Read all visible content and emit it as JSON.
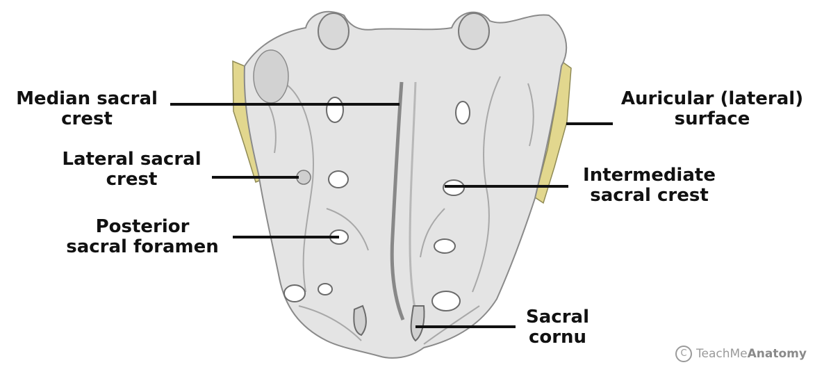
{
  "labels": {
    "median_sacral_crest": [
      "Median sacral",
      "crest"
    ],
    "lateral_sacral_crest": [
      "Lateral sacral",
      "crest"
    ],
    "posterior_sacral_foramen": [
      "Posterior",
      "sacral foramen"
    ],
    "auricular_surface": [
      "Auricular (lateral)",
      "surface"
    ],
    "intermediate_sacral_crest": [
      "Intermediate",
      "sacral crest"
    ],
    "sacral_cornu": [
      "Sacral",
      "cornu"
    ]
  },
  "watermark": {
    "symbol": "C",
    "text_light": "TeachMe",
    "text_bold": "Anatomy"
  },
  "colors": {
    "bone": "#e4e4e4",
    "bone_shadow": "#9c9c9c",
    "auricular_surface": "#e2d78e",
    "leader_line": "#111111"
  }
}
